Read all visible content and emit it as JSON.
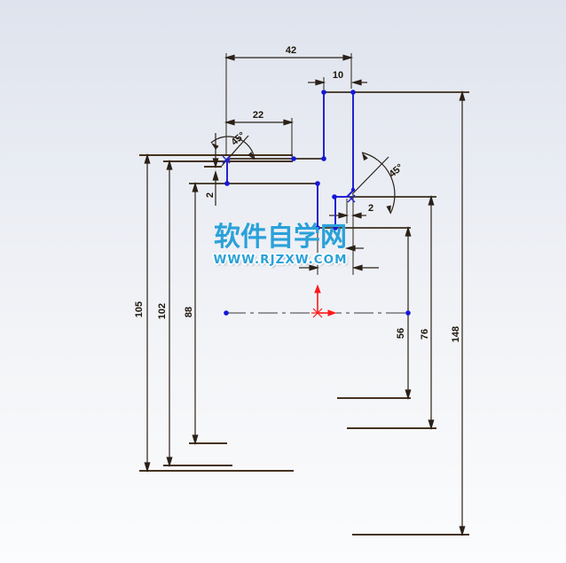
{
  "watermark": {
    "site_name": "软件自学网",
    "site_url": "WWW.RJZXW.COM"
  },
  "dims": {
    "w42": "42",
    "w10": "10",
    "w22": "22",
    "a45l": "45°",
    "a45r": "45°",
    "t2l": "2",
    "t2r": "2",
    "h105": "105",
    "h102": "102",
    "h88": "88",
    "h56": "56",
    "h76": "76",
    "h148": "148"
  },
  "colors": {
    "sketch_line_blue": "#2323d0",
    "sketch_point_blue": "#1616d8",
    "model_edge_brown": "#46331f",
    "dimension_dark": "#2b2118",
    "origin_red": "#ff1a1a",
    "watermark_blue": "#2ba1d9",
    "background_top": "#dfe3ed",
    "background_bottom": "#fbfcfd"
  }
}
